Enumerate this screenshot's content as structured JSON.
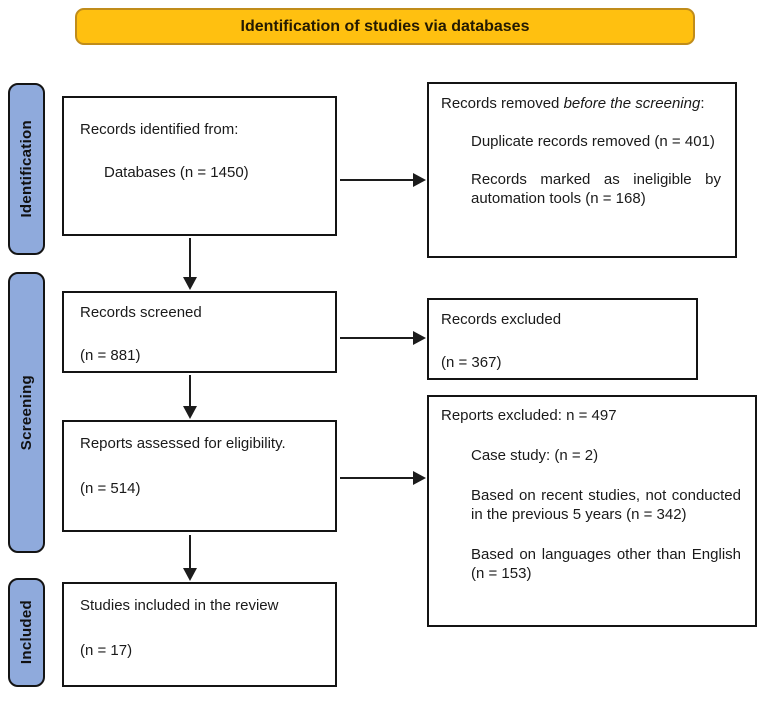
{
  "banner": {
    "title": "Identification of studies via databases"
  },
  "colors": {
    "banner_fill": "#FFC010",
    "banner_border": "#C08C1A",
    "sidebar_fill": "#8FAADC",
    "box_border": "#141414"
  },
  "sidebar": {
    "identification": "Identification",
    "screening": "Screening",
    "included": "Included"
  },
  "boxes": {
    "records_identified": {
      "title": "Records identified from:",
      "detail": "Databases (n = 1450)"
    },
    "records_removed": {
      "intro_prefix": "Records removed ",
      "intro_italic": "before the screening",
      "intro_suffix": ":",
      "item1": "Duplicate records removed (n = 401)",
      "item2": "Records marked as ineligible by automation tools (n = 168)"
    },
    "records_screened": {
      "title": "Records screened",
      "count": "(n = 881)"
    },
    "records_excluded": {
      "title": "Records excluded",
      "count": "(n = 367)"
    },
    "reports_assessed": {
      "title": "Reports assessed for eligibility.",
      "count": "(n = 514)"
    },
    "reports_excluded": {
      "title": "Reports excluded: n = 497",
      "item1": "Case study: (n = 2)",
      "item2": "Based on recent studies, not conducted in the previous 5 years (n = 342)",
      "item3": "Based on languages other than English (n = 153)"
    },
    "studies_included": {
      "title": "Studies included in the review",
      "count": "(n = 17)"
    }
  }
}
